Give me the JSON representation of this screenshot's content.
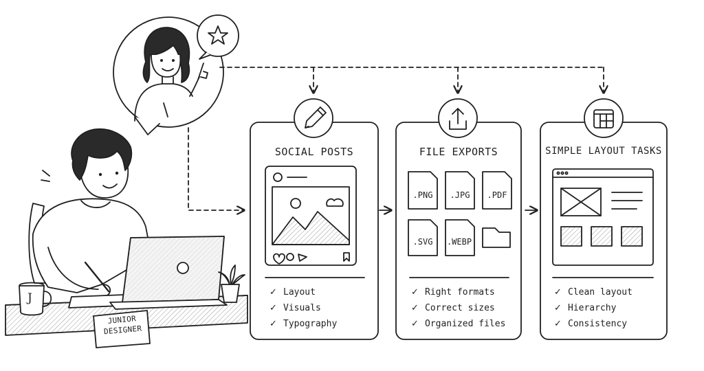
{
  "nameplate": {
    "line1": "JUNIOR",
    "line2": "DESIGNER"
  },
  "mug": {
    "letter": "J"
  },
  "cards": [
    {
      "title": "SOCIAL POSTS",
      "icon": "pencil-icon",
      "checklist": [
        "Layout",
        "Visuals",
        "Typography"
      ]
    },
    {
      "title": "FILE EXPORTS",
      "icon": "upload-icon",
      "files": [
        ".PNG",
        ".JPG",
        ".PDF",
        ".SVG",
        ".WEBP"
      ],
      "checklist": [
        "Right formats",
        "Correct sizes",
        "Organized files"
      ]
    },
    {
      "title": "SIMPLE LAYOUT TASKS",
      "icon": "layout-grid-icon",
      "checklist": [
        "Clean layout",
        "Hierarchy",
        "Consistency"
      ]
    }
  ],
  "speech_bubble": {
    "icon": "star-icon"
  },
  "colors": {
    "ink": "#1f1f1f",
    "paper": "#ffffff",
    "shade": "#cfcfcf"
  }
}
